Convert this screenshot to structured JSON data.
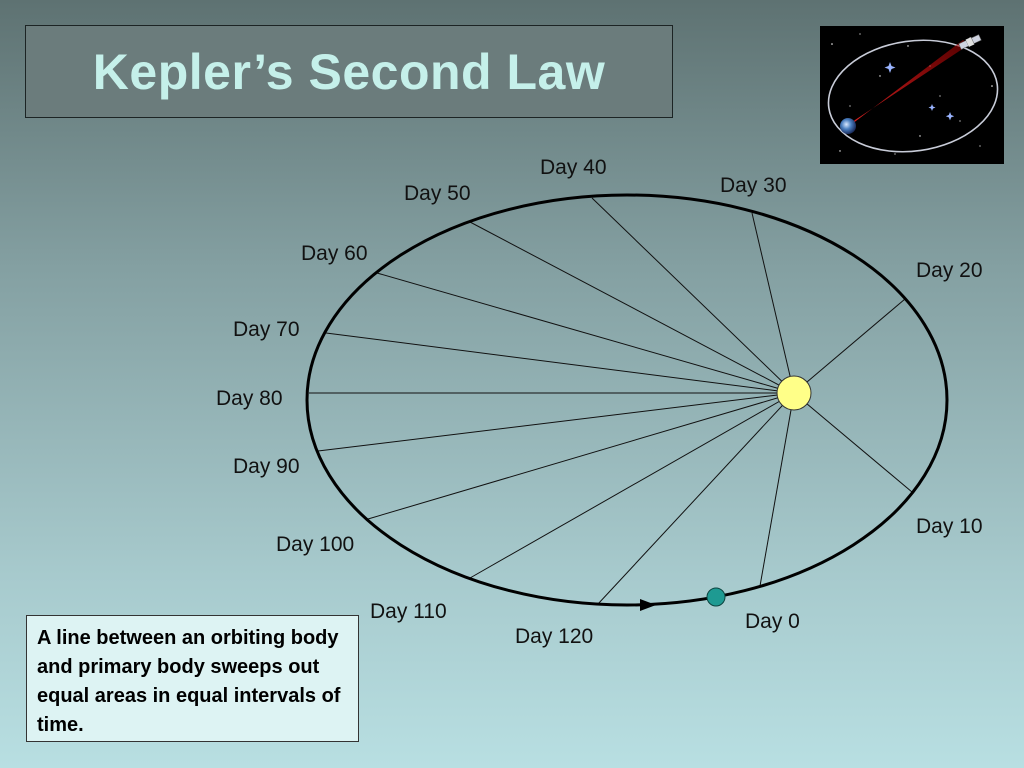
{
  "slide": {
    "title": "Kepler’s Second Law",
    "note": "A line between an orbiting body and primary body sweeps out equal areas in equal intervals of time."
  },
  "thumbnail": {
    "icon": "satellite-orbit-icon"
  },
  "colors": {
    "sun": "#ffff88",
    "planet": "#1e9a92",
    "title_text": "#c5f0ea"
  },
  "orbit": {
    "labels": [
      "Day 0",
      "Day 10",
      "Day 20",
      "Day 30",
      "Day 40",
      "Day 50",
      "Day 60",
      "Day 70",
      "Day 80",
      "Day 90",
      "Day 100",
      "Day 110",
      "Day 120"
    ]
  }
}
